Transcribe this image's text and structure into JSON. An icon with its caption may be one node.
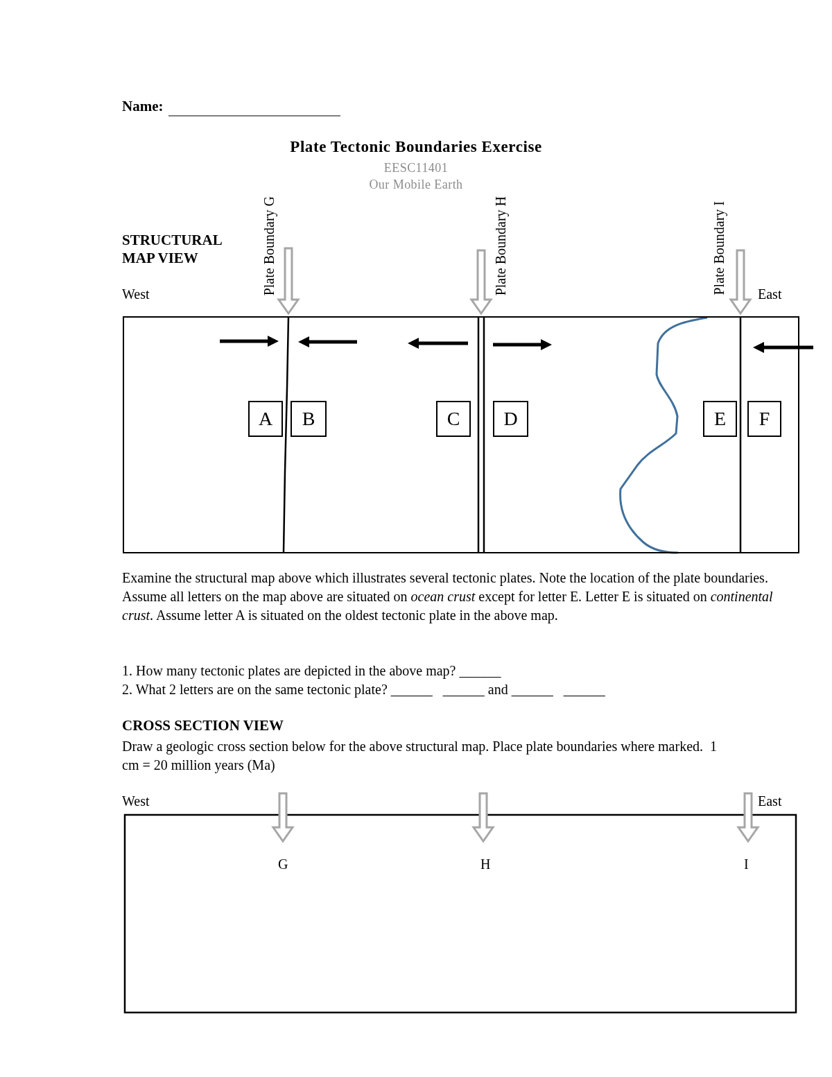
{
  "diagram": {
    "title": "Plate Tectonic Boundaries Exercise",
    "nodes": [
      {
        "text": [],
        "shape": "box"
      },
      {
        "text": [
          "A"
        ],
        "in": 0
      },
      {
        "text": [
          "B"
        ],
        "in": 0
      },
      {
        "text": [
          "C"
        ],
        "in": 0
      },
      {
        "text": [
          "D"
        ],
        "in": 0
      },
      {
        "text": [
          "E"
        ],
        "in": 0
      },
      {
        "text": [
          "F"
        ],
        "in": 0
      }
    ],
    "labels": [
      "Name:",
      "EESC11401",
      "Our Mobile Earth",
      "STRUCTURAL MAP VIEW",
      "Plate Boundary G",
      "Plate Boundary H",
      "Plate Boundary I",
      "West",
      "East",
      "Examine the structural map above which illustrates several tectonic plates. Note the location of the plate boundaries. Assume all letters on the map above are situated on *ocean crust* except for letter E. Letter E is situated on *continental crust*. Assume letter A is situated on the oldest tectonic plate in the above map.",
      "1. How many tectonic plates are depicted in the above map? ______",
      "2. What 2 letters are on the same tectonic plate? ______   ______ and ______   ______",
      "CROSS SECTION VIEW",
      "Draw a geologic cross section below for the above structural map. Place plate boundaries where marked.  1 cm = 20 million years (Ma)",
      "West",
      "East",
      "G",
      "H",
      "I"
    ]
  }
}
